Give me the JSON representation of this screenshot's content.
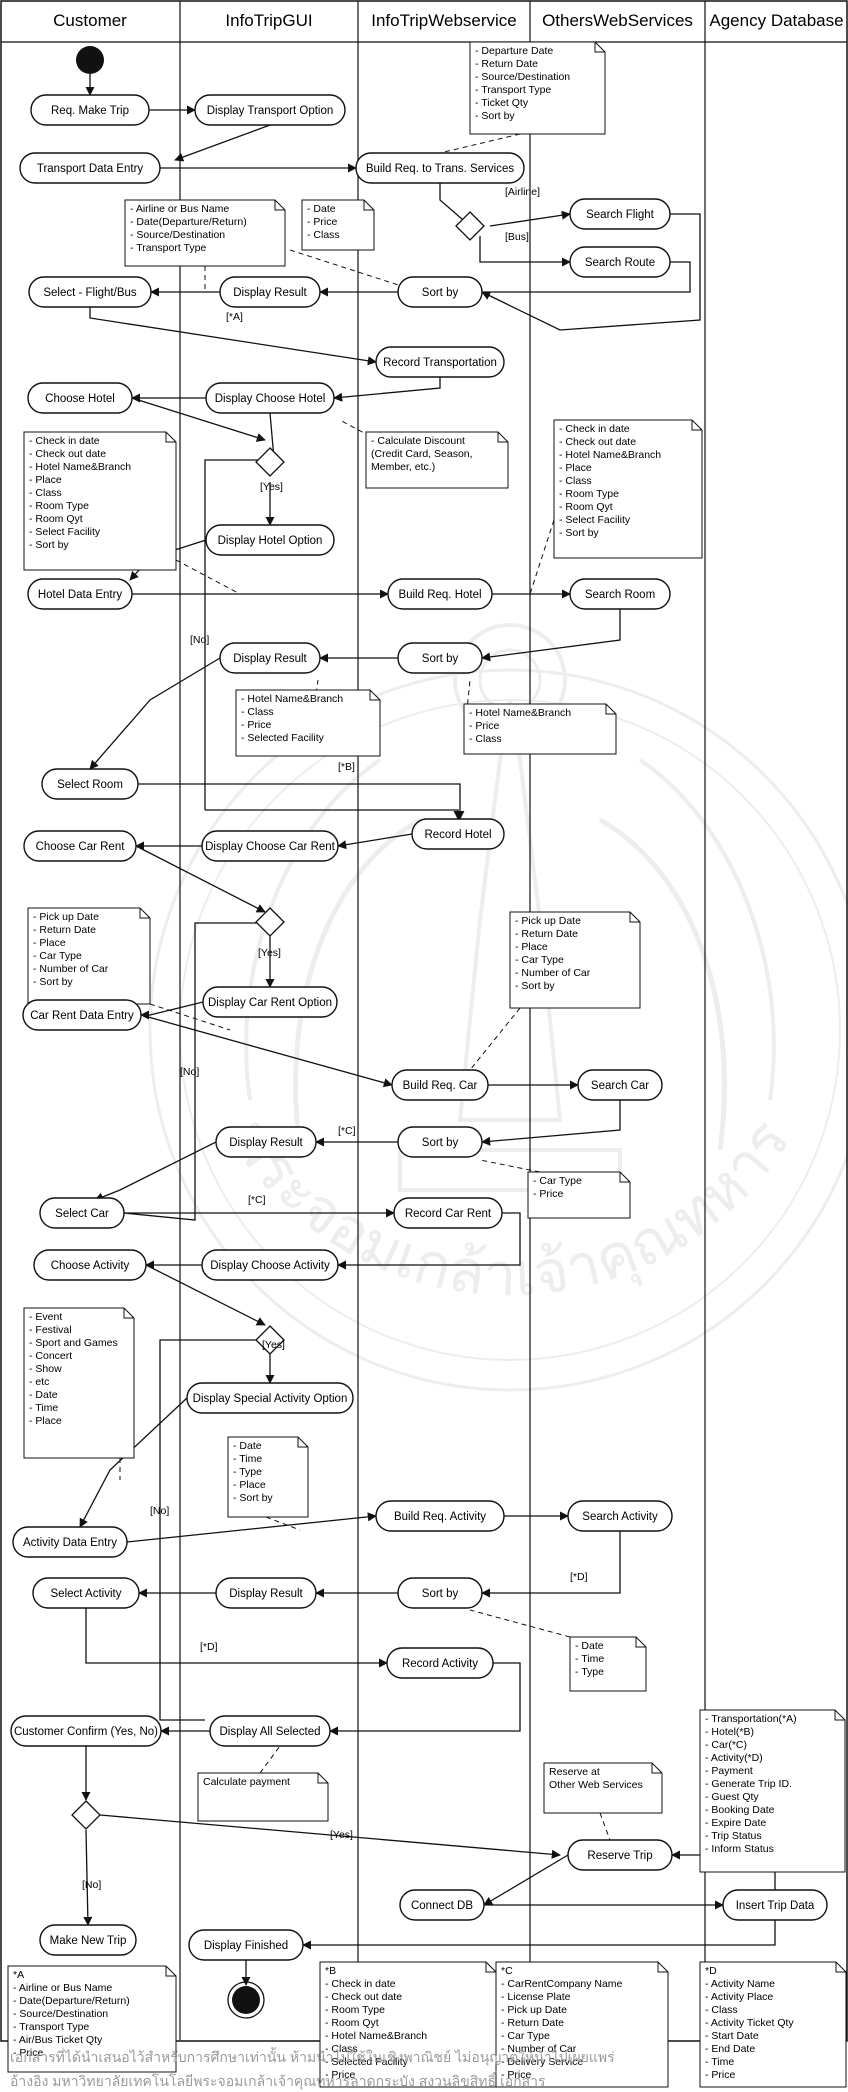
{
  "lanes": [
    "Customer",
    "InfoTripGUI",
    "InfoTripWebservice",
    "OthersWebServices",
    "Agency Database"
  ],
  "nodes": [
    {
      "id": "req_make_trip",
      "label": "Req. Make Trip"
    },
    {
      "id": "display_transport_option",
      "label": "Display Transport Option"
    },
    {
      "id": "transport_data_entry",
      "label": "Transport Data Entry"
    },
    {
      "id": "build_req_trans",
      "label": "Build Req. to Trans. Services"
    },
    {
      "id": "search_flight",
      "label": "Search Flight"
    },
    {
      "id": "search_route",
      "label": "Search Route"
    },
    {
      "id": "sort_by_1",
      "label": "Sort by"
    },
    {
      "id": "display_result_1",
      "label": "Display Result"
    },
    {
      "id": "select_flight_bus",
      "label": "Select - Flight/Bus"
    },
    {
      "id": "record_transportation",
      "label": "Record Transportation"
    },
    {
      "id": "choose_hotel",
      "label": "Choose Hotel"
    },
    {
      "id": "display_choose_hotel",
      "label": "Display Choose Hotel"
    },
    {
      "id": "display_hotel_option",
      "label": "Display Hotel Option"
    },
    {
      "id": "hotel_data_entry",
      "label": "Hotel Data Entry"
    },
    {
      "id": "build_req_hotel",
      "label": "Build Req. Hotel"
    },
    {
      "id": "search_room",
      "label": "Search Room"
    },
    {
      "id": "sort_by_2",
      "label": "Sort by"
    },
    {
      "id": "display_result_2",
      "label": "Display Result"
    },
    {
      "id": "select_room",
      "label": "Select Room"
    },
    {
      "id": "record_hotel",
      "label": "Record Hotel"
    },
    {
      "id": "choose_car_rent",
      "label": "Choose Car Rent"
    },
    {
      "id": "display_choose_car_rent",
      "label": "Display Choose Car Rent"
    },
    {
      "id": "display_car_rent_option",
      "label": "Display Car Rent Option"
    },
    {
      "id": "car_rent_data_entry",
      "label": "Car Rent Data Entry"
    },
    {
      "id": "build_req_car",
      "label": "Build Req. Car"
    },
    {
      "id": "search_car",
      "label": "Search Car"
    },
    {
      "id": "sort_by_3",
      "label": "Sort by"
    },
    {
      "id": "display_result_3",
      "label": "Display Result"
    },
    {
      "id": "select_car",
      "label": "Select Car"
    },
    {
      "id": "record_car_rent",
      "label": "Record Car Rent"
    },
    {
      "id": "choose_activity",
      "label": "Choose Activity"
    },
    {
      "id": "display_choose_activity",
      "label": "Display Choose Activity"
    },
    {
      "id": "display_special_activity_option",
      "label": "Display Special Activity Option"
    },
    {
      "id": "activity_data_entry",
      "label": "Activity Data Entry"
    },
    {
      "id": "build_req_activity",
      "label": "Build Req. Activity"
    },
    {
      "id": "search_activity",
      "label": "Search Activity"
    },
    {
      "id": "sort_by_4",
      "label": "Sort by"
    },
    {
      "id": "display_result_4",
      "label": "Display Result"
    },
    {
      "id": "select_activity",
      "label": "Select Activity"
    },
    {
      "id": "record_activity",
      "label": "Record Activity"
    },
    {
      "id": "customer_confirm",
      "label": "Customer Confirm (Yes, No)"
    },
    {
      "id": "display_all_selected",
      "label": "Display All Selected"
    },
    {
      "id": "reserve_trip",
      "label": "Reserve Trip"
    },
    {
      "id": "connect_db",
      "label": "Connect DB"
    },
    {
      "id": "insert_trip_data",
      "label": "Insert Trip Data"
    },
    {
      "id": "make_new_trip",
      "label": "Make New Trip"
    },
    {
      "id": "display_finished",
      "label": "Display Finished"
    }
  ],
  "notes": [
    {
      "id": "n_transport_params",
      "lines": [
        "- Departure Date",
        "- Return Date",
        "- Source/Destination",
        "- Transport Type",
        "- Ticket Qty",
        "- Sort by"
      ]
    },
    {
      "id": "n_flight_fields",
      "lines": [
        "- Airline or Bus Name",
        "- Date(Departure/Return)",
        "- Source/Destination",
        "- Transport Type"
      ]
    },
    {
      "id": "n_sort_date_price",
      "lines": [
        "- Date",
        "- Price",
        "- Class"
      ]
    },
    {
      "id": "n_hotel_params",
      "lines": [
        "- Check in date",
        "- Check out date",
        "- Hotel Name&Branch",
        "- Place",
        "- Class",
        "- Room Type",
        "- Room Qyt",
        "- Select Facility",
        "- Sort by"
      ]
    },
    {
      "id": "n_discount",
      "lines": [
        "- Calculate Discount",
        "(Credit Card, Season,",
        "Member, etc.)"
      ]
    },
    {
      "id": "n_hotel_search",
      "lines": [
        "- Check in date",
        "- Check out date",
        "- Hotel Name&Branch",
        "- Place",
        "- Class",
        "- Room Type",
        "- Room Qyt",
        "- Select Facility",
        "- Sort by"
      ]
    },
    {
      "id": "n_hotel_result",
      "lines": [
        "- Hotel Name&Branch",
        "- Class",
        "- Price",
        "- Selected Facility"
      ]
    },
    {
      "id": "n_hotel_sort",
      "lines": [
        "- Hotel Name&Branch",
        "- Price",
        "- Class"
      ]
    },
    {
      "id": "n_car_params",
      "lines": [
        "- Pick up Date",
        "- Return Date",
        "- Place",
        "- Car Type",
        "- Number of Car",
        "- Sort by"
      ]
    },
    {
      "id": "n_car_search",
      "lines": [
        "- Pick up Date",
        "- Return Date",
        "- Place",
        "- Car Type",
        "- Number of Car",
        "- Sort by"
      ]
    },
    {
      "id": "n_car_sort",
      "lines": [
        "- Car Type",
        "- Price"
      ]
    },
    {
      "id": "n_activity_params",
      "lines": [
        "- Event",
        "- Festival",
        "- Sport and Games",
        "- Concert",
        "- Show",
        "- etc",
        "- Date",
        "- Time",
        "- Place"
      ]
    },
    {
      "id": "n_activity_sort_fields",
      "lines": [
        "- Date",
        "- Time",
        "- Type",
        "- Place",
        "- Sort by"
      ]
    },
    {
      "id": "n_activity_sort",
      "lines": [
        "- Date",
        "- Time",
        "- Type"
      ]
    },
    {
      "id": "n_calc_payment",
      "lines": [
        "Calculate payment"
      ]
    },
    {
      "id": "n_reserve_other",
      "lines": [
        "Reserve at",
        "Other Web Services"
      ]
    },
    {
      "id": "n_trip_data",
      "lines": [
        "- Transportation(*A)",
        "- Hotel(*B)",
        "- Car(*C)",
        "- Activity(*D)",
        "- Payment",
        "- Generate Trip ID.",
        "- Guest Qty",
        "- Booking Date",
        "- Expire Date",
        "- Trip Status",
        "- Inform Status"
      ]
    },
    {
      "id": "n_ref_a",
      "lines": [
        "*A",
        "- Airline or Bus Name",
        "- Date(Departure/Return)",
        "- Source/Destination",
        "- Transport Type",
        "- Air/Bus Ticket Qty",
        "- Price"
      ]
    },
    {
      "id": "n_ref_b",
      "lines": [
        "*B",
        "- Check in date",
        "- Check out date",
        "- Room Type",
        "- Room Qyt",
        "- Hotel Name&Branch",
        "- Class",
        "- Selected Facility",
        "- Price"
      ]
    },
    {
      "id": "n_ref_c",
      "lines": [
        "*C",
        "- CarRentCompany Name",
        "- License Plate",
        "- Pick up Date",
        "- Return Date",
        "- Car Type",
        "- Number of Car",
        "- Delivery Service",
        "- Price"
      ]
    },
    {
      "id": "n_ref_d",
      "lines": [
        "*D",
        "- Activity Name",
        "- Activity Place",
        "- Class",
        "- Activity Ticket Qty",
        "- Start Date",
        "- End Date",
        "- Time",
        "- Price"
      ]
    }
  ],
  "guards": {
    "airline": "[Airline]",
    "bus": "[Bus]",
    "ref_a": "[*A]",
    "yes_hotel": "[Yes]",
    "no_hotel": "[No]",
    "ref_b": "[*B]",
    "yes_car": "[Yes]",
    "no_car": "[No]",
    "ref_c1": "[*C]",
    "ref_c2": "[*C]",
    "yes_activity": "[Yes]",
    "no_activity": "[No]",
    "ref_d1": "[*D]",
    "ref_d2": "[*D]",
    "yes_confirm": "[Yes]",
    "no_confirm": "[No]"
  },
  "footer": {
    "line1": "เอกสารที่ได้นำเสนอไว้สำหรับการศึกษาเท่านั้น ห้ามนำไปใช้ในเชิงพาณิชย์ ไม่อนุญาตให้นำไปเผยแพร่",
    "line2": "อ้างอิง มหาวิทยาลัยเทคโนโลยีพระจอมเกล้าเจ้าคุณทหารลาดกระบัง สงวนลิขสิทธิ์ เอกสาร"
  },
  "watermark": {
    "arc_text": "พระจอมเกล้าเจ้าคุณทหาร"
  },
  "colors": {
    "line": "#111111",
    "node_fill": "#ffffff",
    "watermark": "#8a8a8a",
    "footer": "#9a9a9a"
  }
}
